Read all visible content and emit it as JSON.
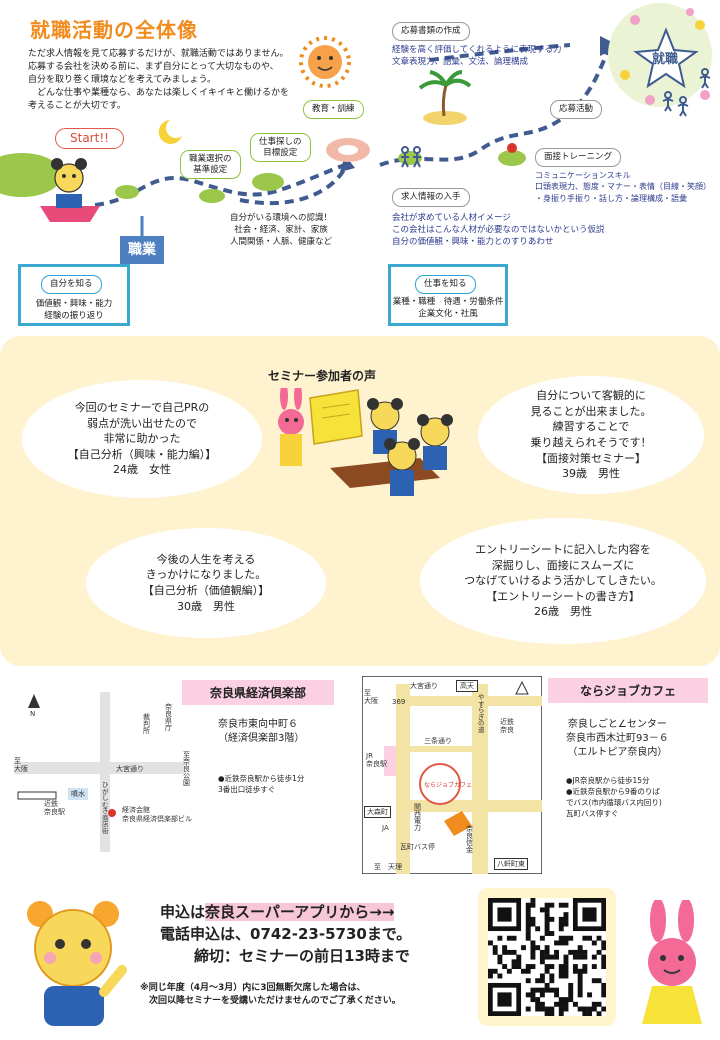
{
  "title": "就職活動の全体像",
  "intro": [
    "ただ求人情報を見て応募するだけが、就職活動ではありません。",
    "応募する会社を決める前に、まず自分にとって大切なものや、",
    "自分を取り巻く環境などを考えてみましょう。",
    "　どんな仕事や業種なら、あなたは楽しくイキイキと働けるかを",
    "考えることが大切です。"
  ],
  "road": {
    "start": "Start!!",
    "shokugyo": "職業",
    "goal": "就職",
    "kyouiku": "教育・訓練",
    "shokugyo_sentaku": [
      "職業選択の",
      "基準設定"
    ],
    "shigotosagashi": [
      "仕事探しの",
      "目標設定"
    ],
    "ouboshorui": "応募書類の作成",
    "ouboshorui_desc": [
      "経験を高く評価してくれるように表現する力",
      "文章表現力、語彙、文法、論理構成"
    ],
    "oubokatsudo": "応募活動",
    "mensetsu": "面接トレーニング",
    "mensetsu_desc": [
      "コミュニケーションスキル",
      "口頭表現力、態度・マナー・表情（目線・笑顔）",
      "・身振り手振り・話し方・論理構成・語彙"
    ],
    "kyujin": "求人情報の入手",
    "kyujin_desc": [
      "会社が求めている人材イメージ",
      "この会社はこんな人材が必要なのではないかという仮説",
      "自分の価値観・興味・能力とのすりあわせ"
    ],
    "kankyo_desc": [
      "自分がいる環境への認識！",
      "社会・経済、家計、家族",
      "人間関係・人脈、健康など"
    ],
    "jibun_title": "自分を知る",
    "jibun_desc": [
      "価値観・興味・能力",
      "経験の振り返り"
    ],
    "shigoto_title": "仕事を知る",
    "shigoto_desc": [
      "業種・職種　待遇・労働条件",
      "企業文化・社風"
    ]
  },
  "seminar": {
    "title": "セミナー参加者の声",
    "voices": [
      [
        "今回のセミナーで自己PRの",
        "弱点が洗い出せたので",
        "非常に助かった",
        "【自己分析（興味・能力編）】",
        "24歳　女性"
      ],
      [
        "自分について客観的に",
        "見ることが出来ました。",
        "練習することで",
        "乗り越えられそうです！",
        "【面接対策セミナー】",
        "39歳　男性"
      ],
      [
        "今後の人生を考える",
        "きっかけになりました。",
        "【自己分析（価値観編）】",
        "30歳　男性"
      ],
      [
        "エントリーシートに記入した内容を",
        "深掘りし、面接にスムーズに",
        "つなげていけるよう活かしてしきたい。",
        "【エントリーシートの書き方】",
        "26歳　男性"
      ]
    ]
  },
  "offices": [
    {
      "name": "奈良県経済倶楽部",
      "address": [
        "奈良市東向中町６",
        "（経済倶楽部3階）"
      ],
      "access": [
        "●近鉄奈良駅から徒歩1分",
        "3番出口徒歩すぐ"
      ]
    },
    {
      "name": "ならジョブカフェ",
      "address": [
        "奈良しごと∠センター",
        "奈良市西木辻町93－６",
        "（エルトピア奈良内）"
      ],
      "access": [
        "●JR奈良駅から徒歩15分",
        "●近鉄奈良駅から9番のりば",
        "でバス(市内循環バス内回り)",
        "瓦町バス停すぐ"
      ]
    }
  ],
  "map1": {
    "north": "N",
    "to_osaka": [
      "至",
      "大阪"
    ],
    "omiya": "大宮通り",
    "saibansho": [
      "裁",
      "判",
      "所"
    ],
    "kencho": [
      "奈",
      "良",
      "県",
      "庁"
    ],
    "park": [
      "至",
      "奈",
      "良",
      "公",
      "園"
    ],
    "fountain": "噴水",
    "kintetsu": [
      "近鉄",
      "奈良駅"
    ],
    "shopping": [
      "ひ",
      "が",
      "し",
      "む",
      "き",
      "商",
      "店",
      "街"
    ],
    "kaikan": [
      "経済会館",
      "奈良県経済倶楽部ビル"
    ]
  },
  "map2": {
    "to_osaka": [
      "至",
      "大阪"
    ],
    "omiya": "大宮通り",
    "takaten": "高天",
    "route": "369",
    "kintetsu": [
      "近鉄",
      "奈良"
    ],
    "yasuragi": [
      "や",
      "す",
      "ら",
      "ぎ",
      "の",
      "道"
    ],
    "sanjo": "三条通り",
    "jr": [
      "JR",
      "奈良駅"
    ],
    "jobcafe": "ならジョブカフェ",
    "omorimachi": "大森町",
    "kansai": [
      "関",
      "西",
      "電",
      "力"
    ],
    "nara_shinkin": [
      "奈",
      "良",
      "信",
      "金"
    ],
    "ja": "JA",
    "kawaramachi": "瓦町バス停",
    "yakenmachi": "八軒町東",
    "to_tenri": "至　天理"
  },
  "apply": {
    "line1_pre": "申込は",
    "line1_hl": "奈良スーパーアプリから→→",
    "line2": "電話申込は、0742-23-5730まで。",
    "line3": "締切：セミナーの前日13時まで"
  },
  "note": [
    "※同じ年度（4月～3月）内に3回無断欠席した場合は、",
    "　次回以降セミナーを受講いただけませんのでご了承ください。"
  ]
}
